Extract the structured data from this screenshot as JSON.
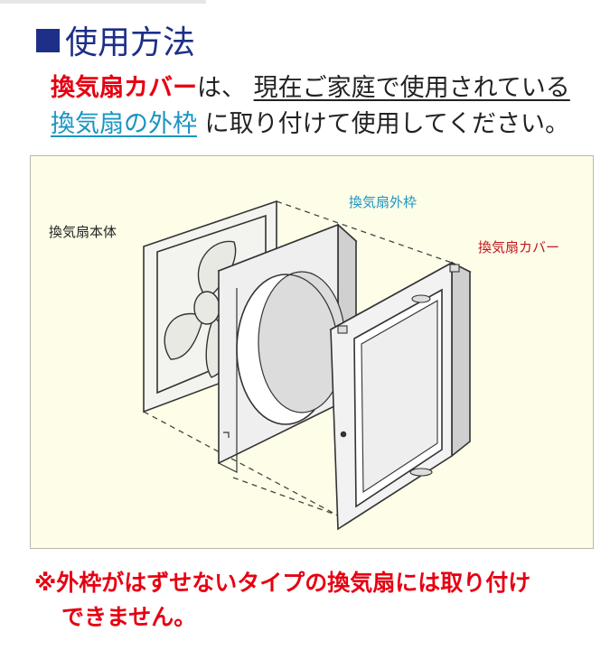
{
  "heading": {
    "title": "使用方法"
  },
  "intro": {
    "cover_term": "換気扇カバー",
    "text1": "は、",
    "text2": "現在ご家庭で使用されている",
    "frame_term": "換気扇の外枠",
    "text3": "に取り付けて使用してください。"
  },
  "diagram": {
    "label_body": "換気扇本体",
    "label_frame": "換気扇外枠",
    "label_cover": "換気扇カバー"
  },
  "note": {
    "line1": "※外枠がはずせないタイプの換気扇には取り付け",
    "line2": "できません。"
  },
  "colors": {
    "heading": "#1d2f86",
    "accent_red": "#e60012",
    "link_blue": "#1a94c2",
    "diagram_bg": "#fefee8"
  }
}
